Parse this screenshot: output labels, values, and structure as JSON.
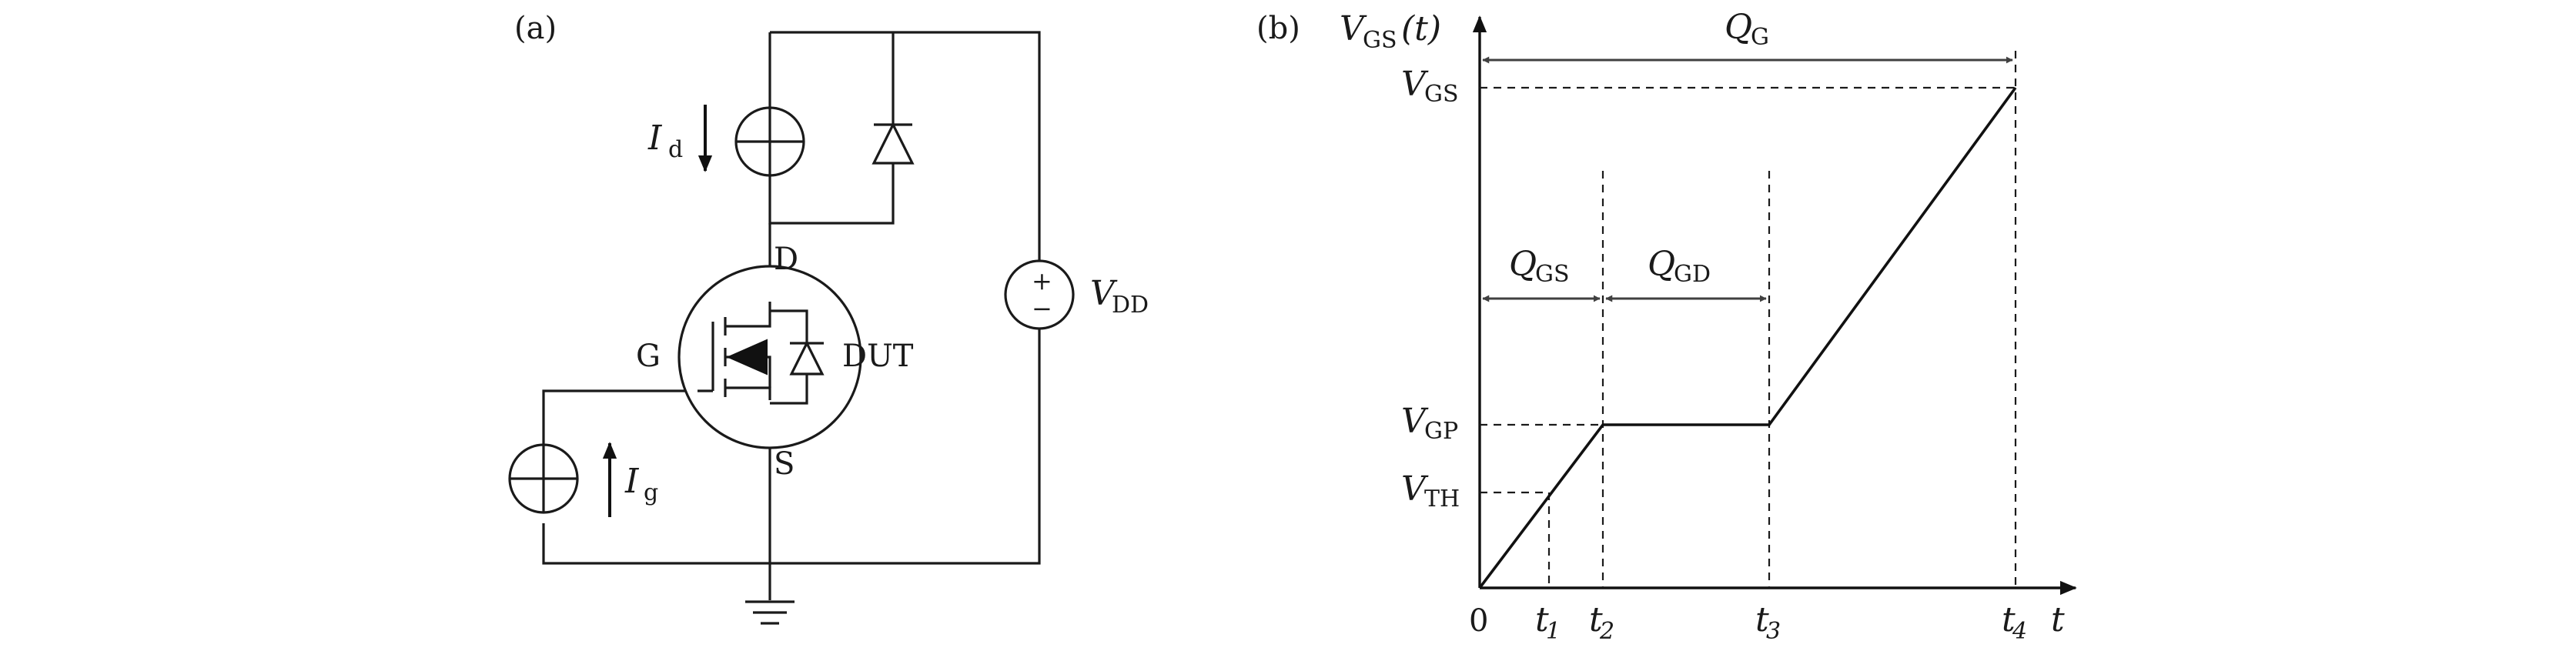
{
  "panel_a": {
    "label": "(a)",
    "id_symbol": "I",
    "id_sub": "d",
    "ig_symbol": "I",
    "ig_sub": "g",
    "vdd_symbol": "V",
    "vdd_sub": "DD",
    "vdd_plus": "+",
    "vdd_minus": "−",
    "drain": "D",
    "gate": "G",
    "source": "S",
    "dut": "DUT"
  },
  "panel_b": {
    "label": "(b)",
    "ylabel_symbol": "V",
    "ylabel_sub": "GS",
    "ylabel_arg": "(t)",
    "xlabel": "t",
    "origin": "0",
    "qg_symbol": "Q",
    "qg_sub": "G",
    "qgs_symbol": "Q",
    "qgs_sub": "GS",
    "qgd_symbol": "Q",
    "qgd_sub": "GD",
    "vgs_symbol": "V",
    "vgs_sub": "GS",
    "vgp_symbol": "V",
    "vgp_sub": "GP",
    "vth_symbol": "V",
    "vth_sub": "TH",
    "t1": "t",
    "t1_sub": "1",
    "t2": "t",
    "t2_sub": "2",
    "t3": "t",
    "t3_sub": "3",
    "t4": "t",
    "t4_sub": "4"
  }
}
